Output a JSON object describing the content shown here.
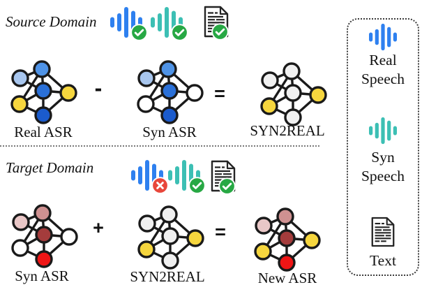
{
  "colors": {
    "outline": "#1a1a1a",
    "blue_wave": "#2e80ef",
    "teal_wave": "#3cbfb4",
    "check_green": "#27a844",
    "cross_red": "#e8473b",
    "node_yellow": "#f6d63e",
    "node_white": "#ffffff",
    "node_gray": "#f0f0f0"
  },
  "networks": {
    "real_asr": {
      "tl": "#a8c6ee",
      "top": "#4f93e6",
      "center": "#2a70d8",
      "right": "#f6d63e",
      "bl": "#f6d63e",
      "bottom": "#1b5bcc"
    },
    "syn_asr_src": {
      "tl": "#a8c6ee",
      "top": "#4f93e6",
      "center": "#2a70d8",
      "right": "#ffffff",
      "bl": "#ffffff",
      "bottom": "#1b5bcc"
    },
    "syn2real": {
      "tl": "#f0f0f0",
      "top": "#f0f0f0",
      "center": "#f0f0f0",
      "right": "#f6d63e",
      "bl": "#f6d63e",
      "bottom": "#f0f0f0"
    },
    "syn_asr_tgt": {
      "tl": "#e9c7c7",
      "top": "#cf9191",
      "center": "#a43c3c",
      "right": "#ffffff",
      "bl": "#ffffff",
      "bottom": "#ef1515"
    },
    "new_asr": {
      "tl": "#e9c7c7",
      "top": "#cf9191",
      "center": "#a43c3c",
      "right": "#f6d63e",
      "bl": "#f6d63e",
      "bottom": "#ef1515"
    }
  },
  "source": {
    "label": "Source Domain",
    "data_icons": [
      {
        "name": "real-speech",
        "type": "wave",
        "color": "blue_wave",
        "badge": "check"
      },
      {
        "name": "syn-speech",
        "type": "wave",
        "color": "teal_wave",
        "badge": "check"
      },
      {
        "name": "text",
        "type": "doc",
        "badge": "check"
      }
    ],
    "minuend_label": "Real ASR",
    "operator1": "-",
    "subtrahend_label": "Syn ASR",
    "operator2": "=",
    "result_label": "SYN2REAL"
  },
  "target": {
    "label": "Target Domain",
    "data_icons": [
      {
        "name": "real-speech",
        "type": "wave",
        "color": "blue_wave",
        "badge": "cross"
      },
      {
        "name": "syn-speech",
        "type": "wave",
        "color": "teal_wave",
        "badge": "check"
      },
      {
        "name": "text",
        "type": "doc",
        "badge": "check"
      }
    ],
    "addend1_label": "Syn ASR",
    "operator1": "+",
    "addend2_label": "SYN2REAL",
    "operator2": "=",
    "result_label": "New ASR"
  },
  "legend": {
    "items": [
      {
        "type": "wave",
        "color": "blue_wave",
        "badge": "none",
        "label": "Real Speech"
      },
      {
        "type": "wave",
        "color": "teal_wave",
        "badge": "none",
        "label": "Syn Speech"
      },
      {
        "type": "doc",
        "badge": "none",
        "label": "Text"
      }
    ]
  }
}
